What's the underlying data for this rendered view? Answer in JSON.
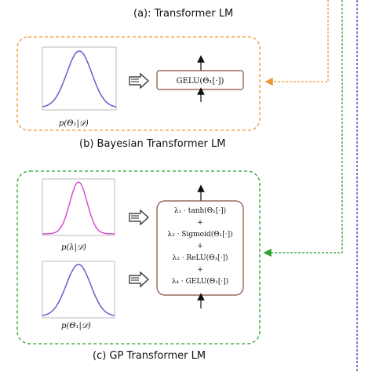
{
  "captions": {
    "a": "(a): Transformer LM",
    "b": "(b) Bayesian Transformer LM",
    "c": "(c) GP Transformer LM"
  },
  "bayesian": {
    "dist_label": "p(Θ₁|𝒟)",
    "activation_label": "GELU(Θ₁[·])",
    "curve_color": "#6a5acd"
  },
  "gp": {
    "dist_top_label": "p(λ|𝒟)",
    "dist_bottom_label": "p(Θ₁|𝒟)",
    "curve_top_color": "#d64fd0",
    "curve_bottom_color": "#6a5acd",
    "terms": [
      "λ₁ · tanh(Θ₁[·])",
      "+",
      "λ₂ · Sigmoid(Θ₁[·])",
      "+",
      "λ₃ · ReLU(Θ₁[·])",
      "+",
      "λ₄ · GELU(Θ₁[·])"
    ]
  },
  "colors": {
    "orange_dash": "#f0962e",
    "green_dash": "#2ea12e",
    "blue_dash": "#3b3bb3",
    "box_border": "#8b4a3a"
  }
}
